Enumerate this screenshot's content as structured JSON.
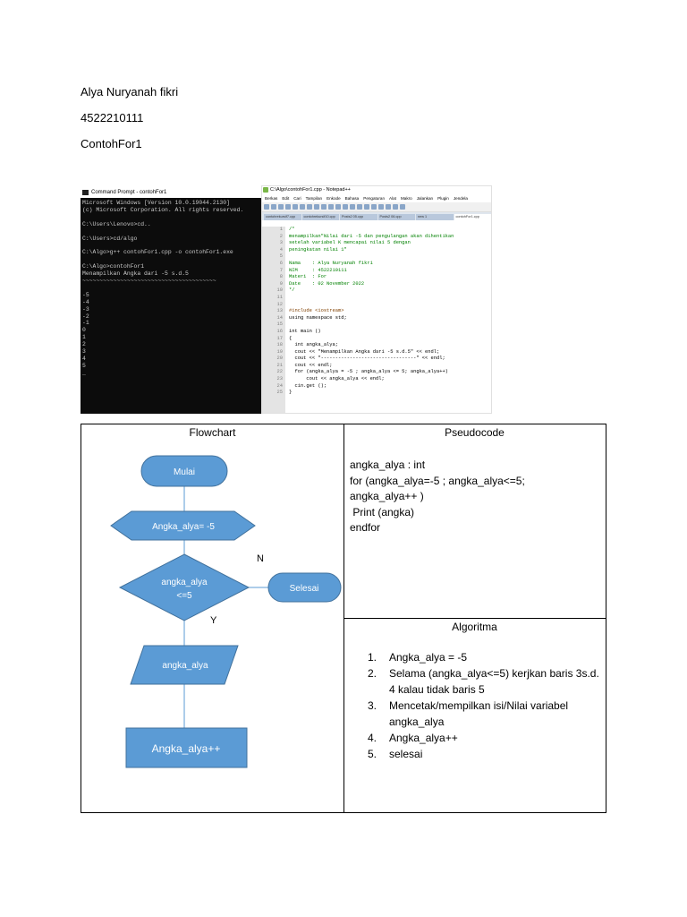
{
  "header": {
    "name": "Alya Nuryanah fikri",
    "nim": "4522210111",
    "program": "ContohFor1"
  },
  "cmd": {
    "title": "Command Prompt - contohFor1",
    "lines": [
      "Microsoft Windows [Version 10.0.19044.2130]",
      "(c) Microsoft Corporation. All rights reserved.",
      "",
      "C:\\Users\\Lenovo>cd..",
      "",
      "C:\\Users>cd/algo",
      "",
      "C:\\Algo>g++ contohFor1.cpp -o contohFor1.exe",
      "",
      "C:\\Algo>contohFor1",
      "Menampilkan Angka dari -5 s.d.5",
      "~~~~~~~~~~~~~~~~~~~~~~~~~~~~~~~~~~~~~~~",
      "",
      "-5",
      "-4",
      "-3",
      "-2",
      "-1",
      "0",
      "1",
      "2",
      "3",
      "4",
      "5",
      "_"
    ]
  },
  "npp": {
    "title": "C:\\Algo\\contohFor1.cpp - Notepad++",
    "menu": [
      "Berkas",
      "Edit",
      "Cari",
      "Tampilan",
      "Enkode",
      "Bahasa",
      "Pengaturan",
      "Alat",
      "Makro",
      "Jalankan",
      "Plugin",
      "Jendela"
    ],
    "tabs": [
      "contohrekursif7.cpp",
      "contohrekursif10.cpp",
      "Posts2 05.cpp",
      "Posts2 06.cpp",
      "new 1",
      "contohFor1.cpp"
    ],
    "line_numbers": [
      "1",
      "2",
      "3",
      "4",
      "5",
      "6",
      "7",
      "8",
      "9",
      "10",
      "11",
      "12",
      "13",
      "14",
      "15",
      "16",
      "17",
      "18",
      "19",
      "20",
      "21",
      "22",
      "23",
      "24",
      "25"
    ],
    "code": [
      "/*",
      "menampilkan\"Nilai dari -5 dan pengulangan akan dihentikan",
      "setelah variabel K mencapai nilai 5 dengan",
      "peningkatan nilai 1\"",
      "",
      "Nama    : Alya Nuryanah fikri",
      "NIM     : 4522210111",
      "Materi  : For",
      "Date    : 02 November 2022",
      "*/",
      "",
      "",
      "#include <iostream>",
      "using namespace std;",
      "",
      "int main ()",
      "{",
      "  int angka_alya;",
      "  cout << \"Menampilkan Angka dari -5 s.d.5\" << endl;",
      "  cout << \"---------------------------------\" << endl;",
      "  cout << endl;",
      "  for (angka_alya = -5 ; angka_alya <= 5; angka_alya++)",
      "      cout << angka_alya << endl;",
      "  cin.get ();",
      "}"
    ]
  },
  "flowchart": {
    "heading": "Flowchart",
    "start": "Mulai",
    "init": "Angka_alya= -5",
    "decision_line1": "angka_alya",
    "decision_line2": "<=5",
    "no_label": "N",
    "yes_label": "Y",
    "end": "Selesai",
    "output": "angka_alya",
    "increment": "Angka_alya++",
    "color": "#5b9bd5"
  },
  "pseudocode": {
    "heading": "Pseudocode",
    "lines": [
      "angka_alya : int",
      "for (angka_alya=-5 ; angka_alya<=5;",
      "angka_alya++ )",
      " Print (angka)",
      "endfor"
    ]
  },
  "algoritma": {
    "heading": "Algoritma",
    "items": [
      {
        "num": "1.",
        "text": "Angka_alya = -5"
      },
      {
        "num": "2.",
        "text": "Selama (angka_alya<=5) kerjkan baris 3s.d. 4 kalau tidak baris 5"
      },
      {
        "num": "3.",
        "text": "Mencetak/mempilkan isi/Nilai variabel angka_alya"
      },
      {
        "num": "4.",
        "text": "Angka_alya++"
      },
      {
        "num": "5.",
        "text": "selesai"
      }
    ]
  }
}
